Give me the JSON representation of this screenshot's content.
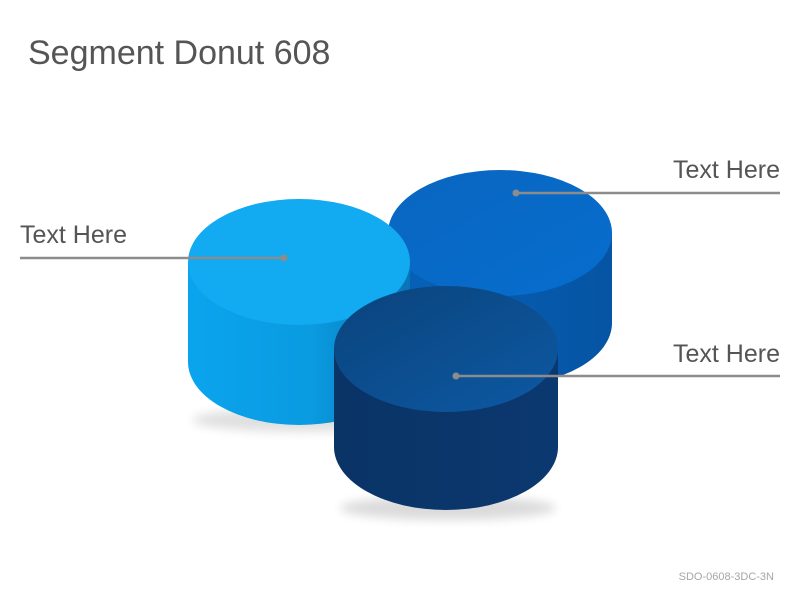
{
  "title": "Segment Donut 608",
  "code": "SDO-0608-3DC-3N",
  "callouts": [
    {
      "text": "Text Here"
    },
    {
      "text": "Text Here"
    },
    {
      "text": "Text Here"
    }
  ],
  "colors": {
    "light_blue_top": "#12aaf0",
    "medium_blue_top": "#0868c4",
    "dark_blue_top": "#0b4f93",
    "dark_blue_side": "#0a3466",
    "leader_line": "#8c8c8c",
    "text": "#555555"
  }
}
